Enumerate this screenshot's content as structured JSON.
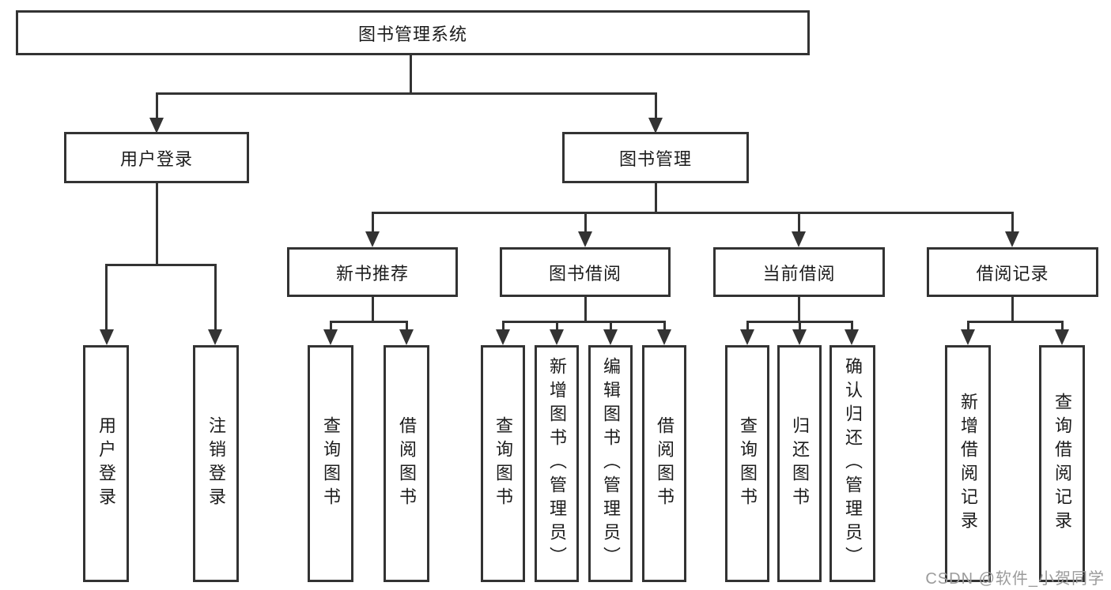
{
  "tree": {
    "root": {
      "label": "图书管理系统"
    },
    "branches": [
      {
        "label": "用户登录",
        "children": [
          {
            "label": "用户登录"
          },
          {
            "label": "注销登录"
          }
        ]
      },
      {
        "label": "图书管理",
        "children": [
          {
            "label": "新书推荐",
            "children": [
              {
                "label": "查询图书"
              },
              {
                "label": "借阅图书"
              }
            ]
          },
          {
            "label": "图书借阅",
            "children": [
              {
                "label": "查询图书"
              },
              {
                "label": "新增图书（管理员）"
              },
              {
                "label": "编辑图书（管理员）"
              },
              {
                "label": "借阅图书"
              }
            ]
          },
          {
            "label": "当前借阅",
            "children": [
              {
                "label": "查询图书"
              },
              {
                "label": "归还图书"
              },
              {
                "label": "确认归还（管理员）"
              }
            ]
          },
          {
            "label": "借阅记录",
            "children": [
              {
                "label": "新增借阅记录"
              },
              {
                "label": "查询借阅记录"
              }
            ]
          }
        ]
      }
    ]
  },
  "watermark": "CSDN @软件_小贺同学",
  "colors": {
    "line": "#333333",
    "box_background": "#ffffff",
    "text": "#1c1c1c",
    "watermark_text": "#9b9b9b"
  }
}
